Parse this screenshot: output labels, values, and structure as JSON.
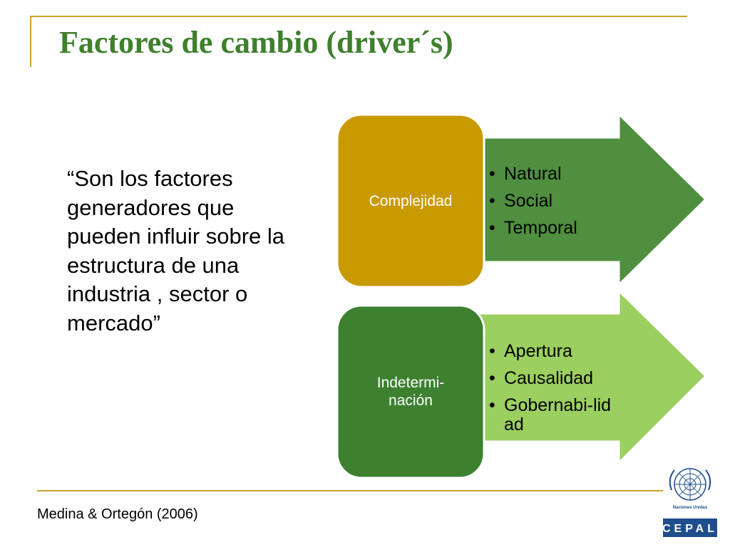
{
  "slide": {
    "title": "Factores de cambio (driver´s)",
    "quote": "“Son los factores generadores que pueden influir sobre la estructura de una industria , sector o mercado”",
    "footer": "Medina & Ortegón (2006)"
  },
  "diagram": {
    "groups": [
      {
        "label": "Complejidad",
        "items": [
          "Natural",
          "Social",
          "Temporal"
        ],
        "box_color": "#c99a00",
        "arrow_color": "#4f8f3f"
      },
      {
        "label_line1": "Indetermi-",
        "label_line2": "nación",
        "items": [
          "Apertura",
          "Causalidad",
          "Gobernabi-lidad"
        ],
        "box_color": "#3c8030",
        "arrow_color": "#9bcf5f"
      }
    ]
  },
  "logo": {
    "org_name": "Naciones Unidas",
    "acronym": "CEPAL"
  },
  "colors": {
    "title": "#3f7f2d",
    "frame": "#c9a227",
    "logo_blue": "#1f4e8c"
  }
}
